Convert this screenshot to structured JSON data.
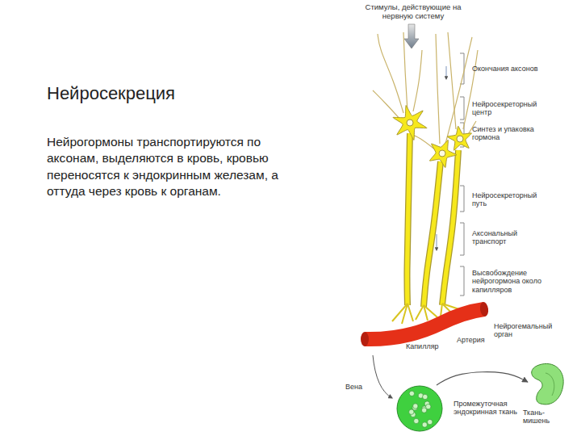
{
  "diagram": {
    "title": "Нейросекреция",
    "caption": "Нейрогормоны транспортируются по аксонам, выделяются в кровь, кровью переносятся к эндокринным железам, а оттуда через кровь к органам.",
    "nodes": [
      {
        "text": [
          "Промежуточная эндокринная ткань"
        ]
      },
      {
        "text": [
          "Ткань-мишень"
        ]
      }
    ],
    "edges": [
      {
        "from": 0,
        "to": 1,
        "arrow": "to"
      }
    ],
    "labels": [
      "Стимулы, действующие на нервную систему",
      "Окончания аксонов",
      "Нейросекреторный центр",
      "Синтез и упаковка гормона",
      "Нейросекреторный путь",
      "Аксональный транспорт",
      "Высвобождение нейрогормона около капилляров",
      "Нейрогемальный орган",
      "Капилляр",
      "Артерия",
      "Вена"
    ]
  }
}
